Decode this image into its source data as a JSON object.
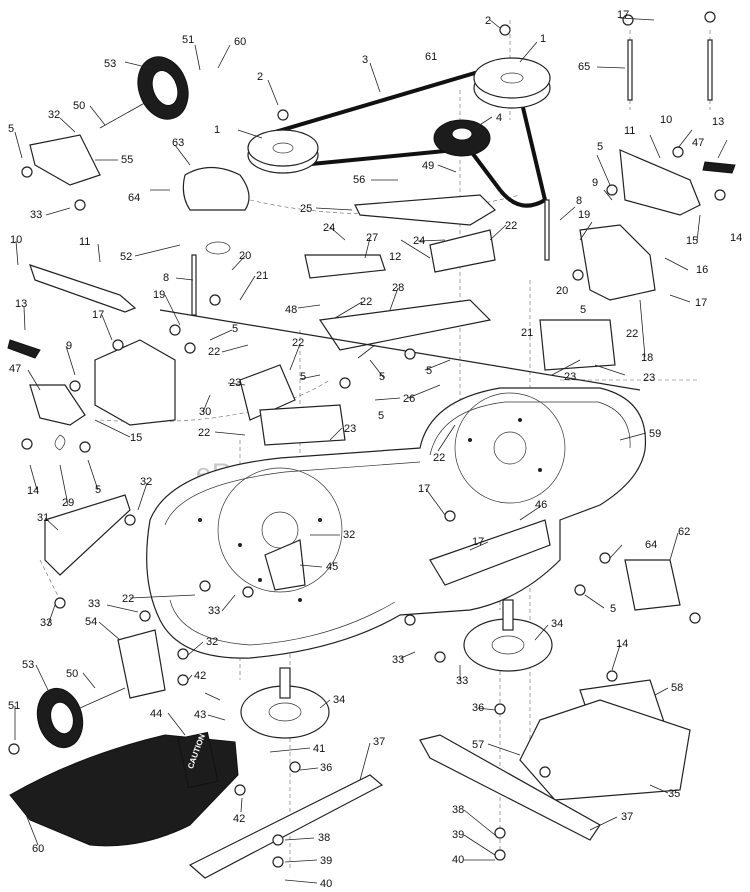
{
  "watermark": "eReplacementParts.com",
  "caution_decal": "CAUTION",
  "callouts": [
    {
      "id": "c1",
      "text": "1"
    },
    {
      "id": "c2",
      "text": "1"
    },
    {
      "id": "c3",
      "text": "2"
    },
    {
      "id": "c4",
      "text": "2"
    },
    {
      "id": "c5",
      "text": "3"
    },
    {
      "id": "c6",
      "text": "4"
    },
    {
      "id": "c7",
      "text": "5"
    },
    {
      "id": "c8",
      "text": "5"
    },
    {
      "id": "c9",
      "text": "5"
    },
    {
      "id": "c10",
      "text": "5"
    },
    {
      "id": "c11",
      "text": "5"
    },
    {
      "id": "c12",
      "text": "5"
    },
    {
      "id": "c13",
      "text": "5"
    },
    {
      "id": "c14",
      "text": "5"
    },
    {
      "id": "c15",
      "text": "5"
    },
    {
      "id": "c16",
      "text": "5"
    },
    {
      "id": "c17",
      "text": "8"
    },
    {
      "id": "c18",
      "text": "8"
    },
    {
      "id": "c19",
      "text": "9"
    },
    {
      "id": "c20",
      "text": "9"
    },
    {
      "id": "c21",
      "text": "10"
    },
    {
      "id": "c22",
      "text": "10"
    },
    {
      "id": "c23",
      "text": "11"
    },
    {
      "id": "c24",
      "text": "11"
    },
    {
      "id": "c25",
      "text": "12"
    },
    {
      "id": "c26",
      "text": "13"
    },
    {
      "id": "c27",
      "text": "13"
    },
    {
      "id": "c28",
      "text": "14"
    },
    {
      "id": "c29",
      "text": "14"
    },
    {
      "id": "c30",
      "text": "14"
    },
    {
      "id": "c31",
      "text": "15"
    },
    {
      "id": "c32",
      "text": "15"
    },
    {
      "id": "c33",
      "text": "16"
    },
    {
      "id": "c34",
      "text": "17"
    },
    {
      "id": "c35",
      "text": "17"
    },
    {
      "id": "c36",
      "text": "17"
    },
    {
      "id": "c37",
      "text": "17"
    },
    {
      "id": "c38",
      "text": "17"
    },
    {
      "id": "c39",
      "text": "18"
    },
    {
      "id": "c40",
      "text": "19"
    },
    {
      "id": "c41",
      "text": "19"
    },
    {
      "id": "c42",
      "text": "20"
    },
    {
      "id": "c43",
      "text": "20"
    },
    {
      "id": "c44",
      "text": "21"
    },
    {
      "id": "c45",
      "text": "21"
    },
    {
      "id": "c46",
      "text": "22"
    },
    {
      "id": "c47",
      "text": "22"
    },
    {
      "id": "c48",
      "text": "22"
    },
    {
      "id": "c49",
      "text": "22"
    },
    {
      "id": "c50",
      "text": "22"
    },
    {
      "id": "c51",
      "text": "22"
    },
    {
      "id": "c52",
      "text": "22"
    },
    {
      "id": "c53",
      "text": "22"
    },
    {
      "id": "c54",
      "text": "23"
    },
    {
      "id": "c55",
      "text": "23"
    },
    {
      "id": "c56",
      "text": "23"
    },
    {
      "id": "c57",
      "text": "23"
    },
    {
      "id": "c58",
      "text": "24"
    },
    {
      "id": "c59",
      "text": "24"
    },
    {
      "id": "c60",
      "text": "25"
    },
    {
      "id": "c61",
      "text": "26"
    },
    {
      "id": "c62",
      "text": "27"
    },
    {
      "id": "c63",
      "text": "28"
    },
    {
      "id": "c64",
      "text": "29"
    },
    {
      "id": "c65",
      "text": "30"
    },
    {
      "id": "c66",
      "text": "31"
    },
    {
      "id": "c67",
      "text": "32"
    },
    {
      "id": "c68",
      "text": "32"
    },
    {
      "id": "c69",
      "text": "32"
    },
    {
      "id": "c70",
      "text": "32"
    },
    {
      "id": "c71",
      "text": "33"
    },
    {
      "id": "c72",
      "text": "33"
    },
    {
      "id": "c73",
      "text": "33"
    },
    {
      "id": "c74",
      "text": "33"
    },
    {
      "id": "c75",
      "text": "33"
    },
    {
      "id": "c76",
      "text": "33"
    },
    {
      "id": "c77",
      "text": "34"
    },
    {
      "id": "c78",
      "text": "34"
    },
    {
      "id": "c79",
      "text": "35"
    },
    {
      "id": "c80",
      "text": "36"
    },
    {
      "id": "c81",
      "text": "36"
    },
    {
      "id": "c82",
      "text": "37"
    },
    {
      "id": "c83",
      "text": "37"
    },
    {
      "id": "c84",
      "text": "38"
    },
    {
      "id": "c85",
      "text": "38"
    },
    {
      "id": "c86",
      "text": "39"
    },
    {
      "id": "c87",
      "text": "39"
    },
    {
      "id": "c88",
      "text": "40"
    },
    {
      "id": "c89",
      "text": "40"
    },
    {
      "id": "c90",
      "text": "41"
    },
    {
      "id": "c91",
      "text": "42"
    },
    {
      "id": "c92",
      "text": "42"
    },
    {
      "id": "c93",
      "text": "43"
    },
    {
      "id": "c94",
      "text": "44"
    },
    {
      "id": "c95",
      "text": "45"
    },
    {
      "id": "c96",
      "text": "46"
    },
    {
      "id": "c97",
      "text": "47"
    },
    {
      "id": "c98",
      "text": "47"
    },
    {
      "id": "c99",
      "text": "48"
    },
    {
      "id": "c100",
      "text": "49"
    },
    {
      "id": "c101",
      "text": "50"
    },
    {
      "id": "c102",
      "text": "50"
    },
    {
      "id": "c103",
      "text": "51"
    },
    {
      "id": "c104",
      "text": "51"
    },
    {
      "id": "c105",
      "text": "52"
    },
    {
      "id": "c106",
      "text": "53"
    },
    {
      "id": "c107",
      "text": "53"
    },
    {
      "id": "c108",
      "text": "54"
    },
    {
      "id": "c109",
      "text": "55"
    },
    {
      "id": "c110",
      "text": "56"
    },
    {
      "id": "c111",
      "text": "57"
    },
    {
      "id": "c112",
      "text": "58"
    },
    {
      "id": "c113",
      "text": "59"
    },
    {
      "id": "c114",
      "text": "60"
    },
    {
      "id": "c115",
      "text": "60"
    },
    {
      "id": "c116",
      "text": "61"
    },
    {
      "id": "c117",
      "text": "62"
    },
    {
      "id": "c118",
      "text": "63"
    },
    {
      "id": "c119",
      "text": "64"
    },
    {
      "id": "c120",
      "text": "64"
    },
    {
      "id": "c121",
      "text": "65"
    }
  ]
}
